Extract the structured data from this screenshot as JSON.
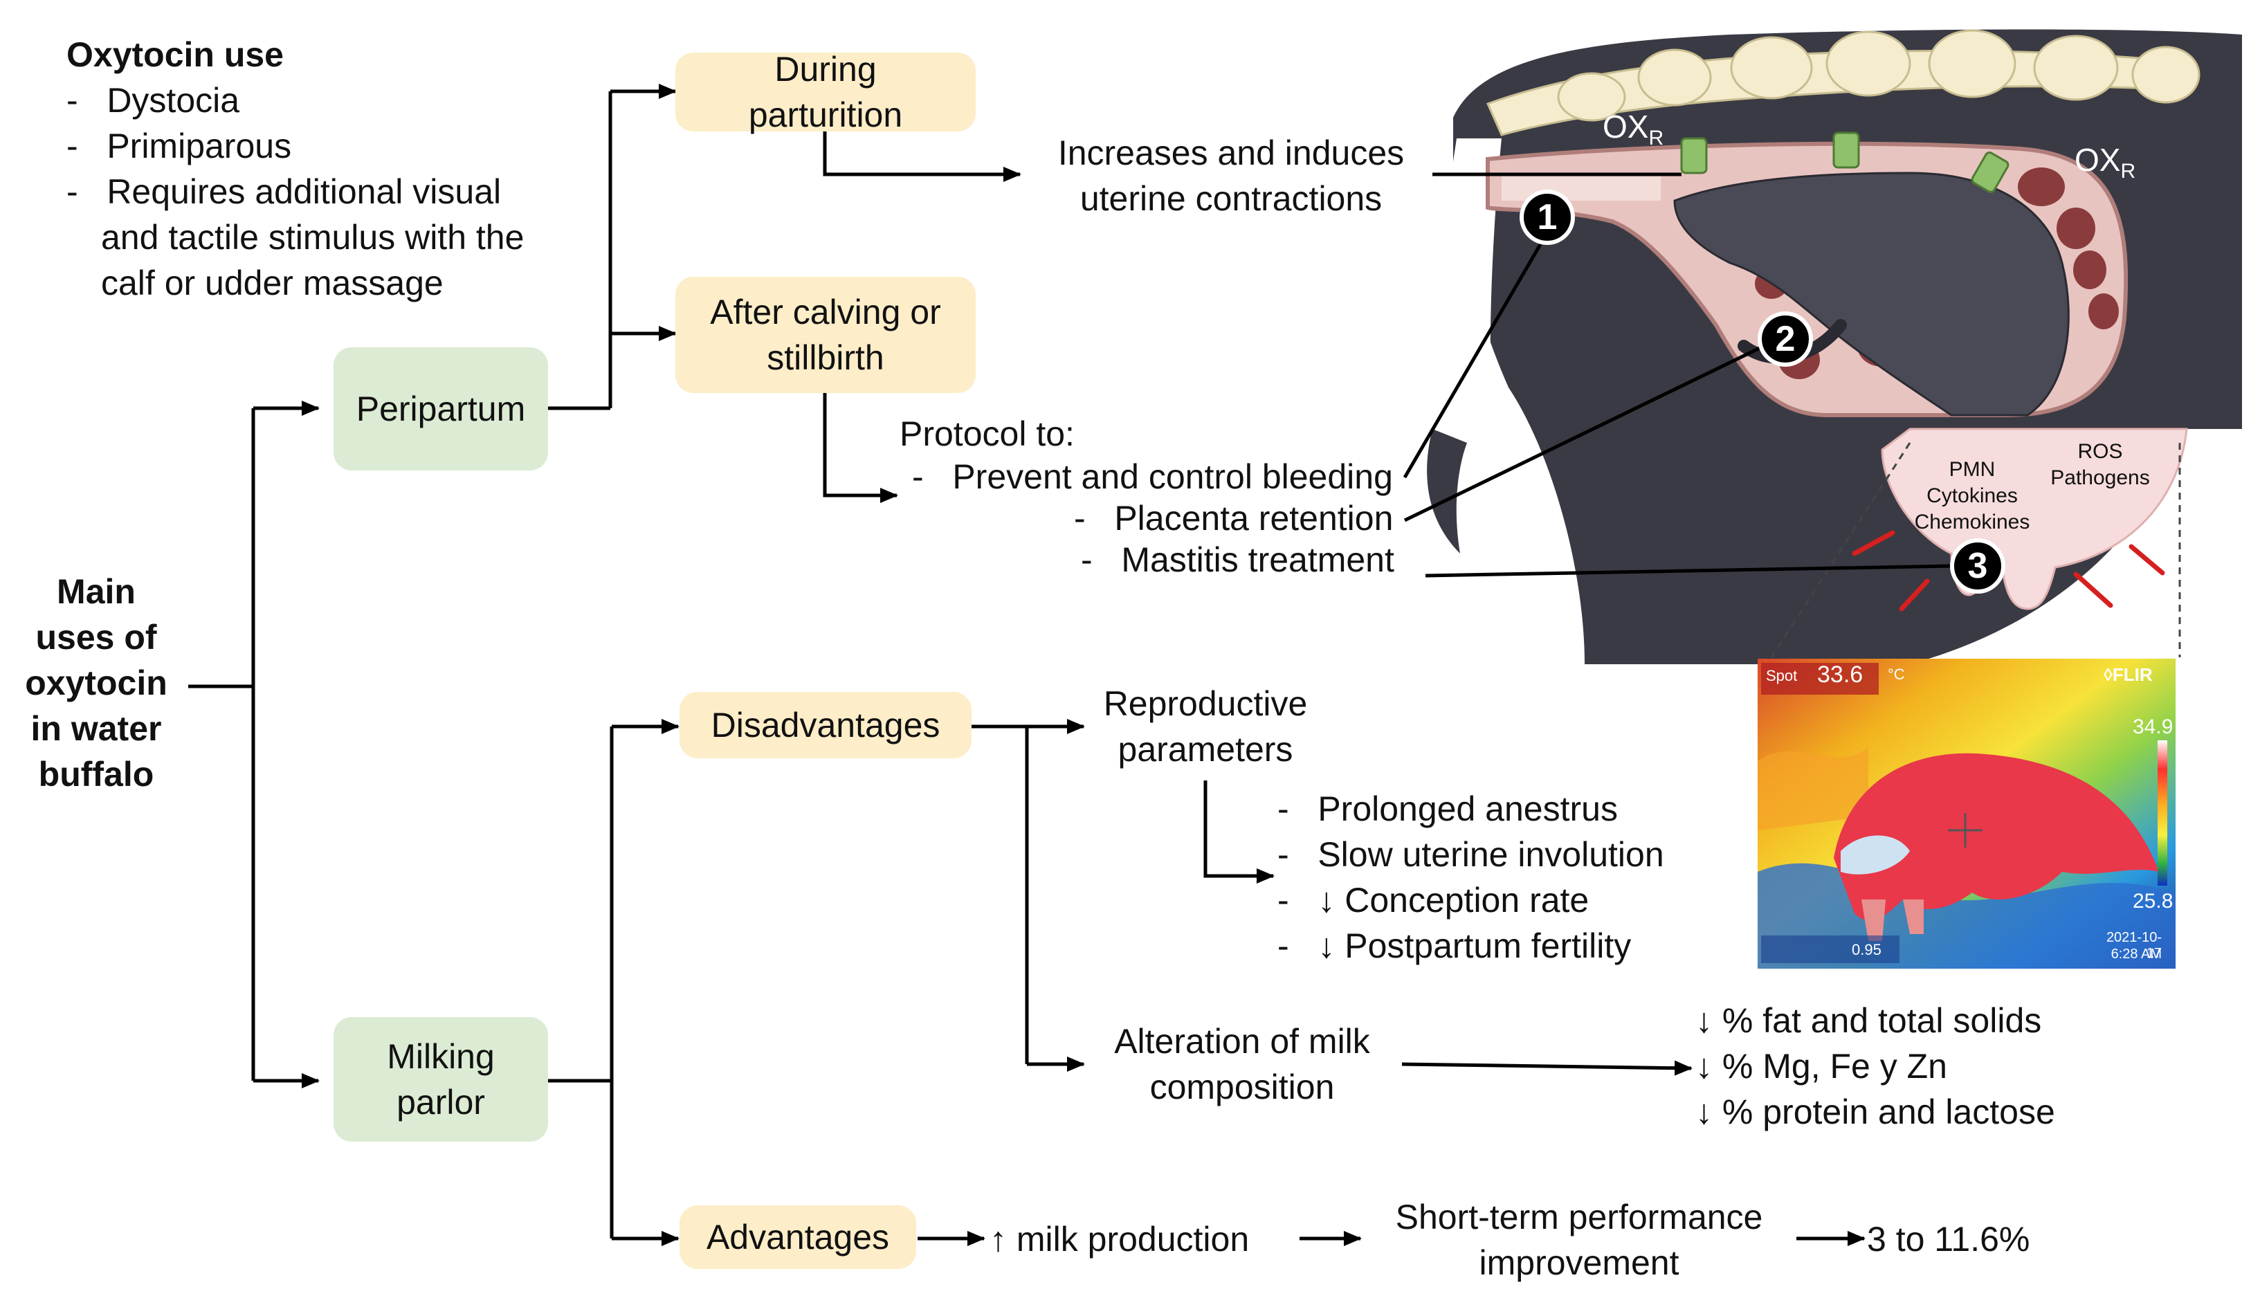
{
  "oxytocin_use": {
    "title": "Oxytocin use",
    "items": [
      "Dystocia",
      "Primiparous"
    ],
    "item3_line1": "Requires additional visual",
    "item3_line2": "and tactile stimulus with the",
    "item3_line3": "calf or udder massage"
  },
  "main": {
    "line1": "Main",
    "line2": "uses of",
    "line3": "oxytocin",
    "line4": "in water",
    "line5": "buffalo"
  },
  "peripartum": "Peripartum",
  "milking_parlor": {
    "line1": "Milking",
    "line2": "parlor"
  },
  "during": {
    "line1": "During",
    "line2": "parturition"
  },
  "after": {
    "line1": "After calving or",
    "line2": "stillbirth"
  },
  "uterine": {
    "line1": "Increases and induces",
    "line2": "uterine contractions"
  },
  "protocol": {
    "title": "Protocol to:",
    "item1": "Prevent and control bleeding",
    "item2": "Placenta retention",
    "item3": "Mastitis treatment"
  },
  "disadvantages": "Disadvantages",
  "advantages": "Advantages",
  "reproductive": {
    "line1": "Reproductive",
    "line2": "parameters"
  },
  "repro_effects": [
    "Prolonged anestrus",
    "Slow uterine involution",
    "↓ Conception rate",
    "↓ Postpartum fertility"
  ],
  "milk_alteration": {
    "line1": "Alteration of milk",
    "line2": "composition"
  },
  "milk_effects": [
    "↓ % fat and total solids",
    "↓ % Mg, Fe y Zn",
    "↓ % protein and lactose"
  ],
  "milk_production": "↑ milk production",
  "short_term": {
    "line1": "Short-term performance",
    "line2": "improvement"
  },
  "range": "3 to 11.6%",
  "illustration": {
    "oxr_label": "OX",
    "oxr_sub": "R",
    "markers": [
      "1",
      "2",
      "3"
    ],
    "udder_left": [
      "PMN",
      "Cytokines",
      "Chemokines"
    ],
    "udder_right": [
      "ROS",
      "Pathogens"
    ]
  },
  "thermal": {
    "spot_label": "Spot",
    "spot_value": "33.6",
    "unit": "°C",
    "brand": "FLIR",
    "max": "34.9",
    "min": "25.8",
    "emissivity": "0.95",
    "date": "2021-10-17",
    "time": "6:28 AM"
  },
  "colors": {
    "green_box": "#dcebd3",
    "yellow_box": "#fdedc8",
    "body": "#3a3a44",
    "uterus": "#e8c4c0"
  }
}
